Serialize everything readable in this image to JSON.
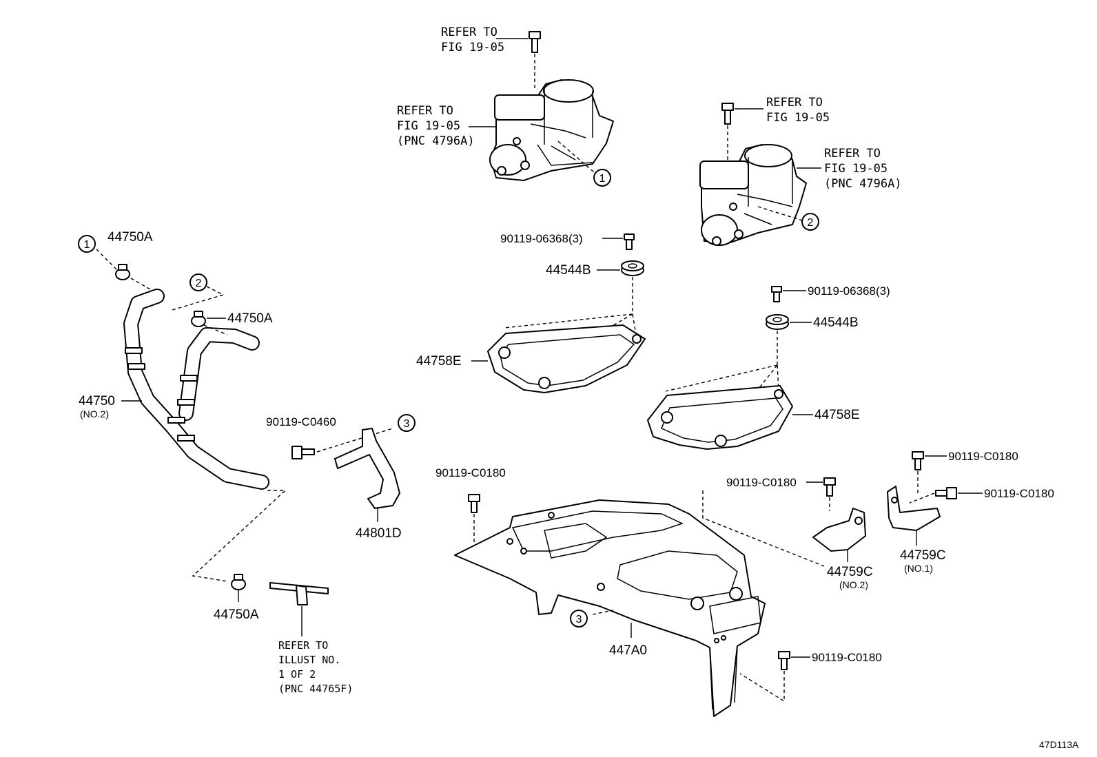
{
  "refs": {
    "refer_fig_top": [
      "REFER TO",
      "FIG 19-05"
    ],
    "refer_fig_actuator1": [
      "REFER TO",
      "FIG 19-05",
      "(PNC 4796A)"
    ],
    "refer_fig_bolt2": [
      "REFER TO",
      "FIG 19-05"
    ],
    "refer_fig_actuator2": [
      "REFER TO",
      "FIG 19-05",
      "(PNC 4796A)"
    ],
    "refer_illust": [
      "REFER TO",
      "ILLUST NO.",
      "1 OF 2",
      "(PNC 44765F)"
    ]
  },
  "callouts": [
    "1",
    "2",
    "3"
  ],
  "parts": {
    "clamp_a_top": "44750A",
    "clamp_a_mid": "44750A",
    "clamp_a_bottom": "44750A",
    "hose": "44750",
    "hose_note": "(NO.2)",
    "bolt_c0460": "90119-C0460",
    "bracket_44801d": "44801D",
    "bolt_06368_left": "90119-06368(3)",
    "cushion_left": "44544B",
    "plate_left": "44758E",
    "bolt_06368_right": "90119-06368(3)",
    "cushion_right": "44544B",
    "plate_right": "44758E",
    "bolt_c0180_left": "90119-C0180",
    "bolt_c0180_mid": "90119-C0180",
    "bolt_c0180_right_top": "90119-C0180",
    "bolt_c0180_right_side": "90119-C0180",
    "bolt_c0180_bottom": "90119-C0180",
    "bracket_no2": "44759C",
    "bracket_no2_note": "(NO.2)",
    "bracket_no1": "44759C",
    "bracket_no1_note": "(NO.1)",
    "main_bracket": "447A0"
  },
  "figure_id": "47D113A"
}
